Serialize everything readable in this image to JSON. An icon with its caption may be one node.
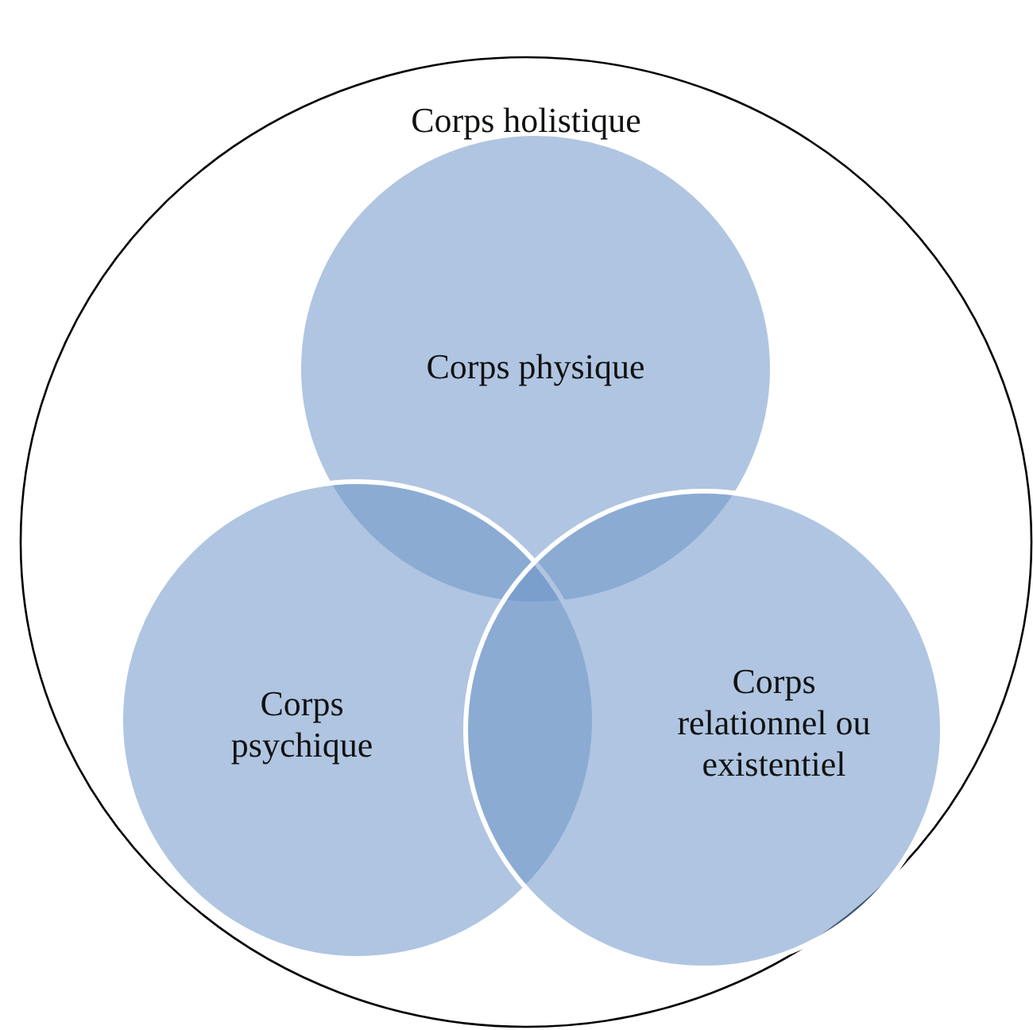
{
  "diagram": {
    "nodes": [
      {
        "text": [
          "Corps holistique"
        ]
      },
      {
        "text": [
          "Corps physique"
        ],
        "in": 0
      },
      {
        "text": [
          "Corps psychique"
        ],
        "in": 0
      },
      {
        "text": [
          "Corps relationnel ou existentiel"
        ],
        "in": 0
      }
    ]
  }
}
